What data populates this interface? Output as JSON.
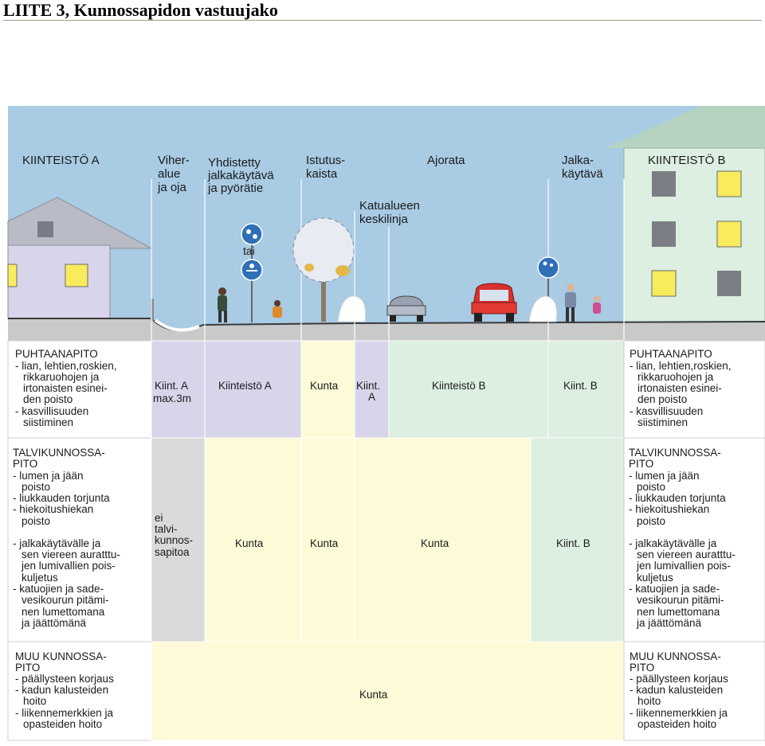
{
  "title": "LIITE 3, Kunnossapidon vastuujako",
  "colors": {
    "sky": "#a9cbe4",
    "lavender": "#d8d5ea",
    "pale_yellow": "#fdfbd7",
    "pale_green": "#dcefe1",
    "grey": "#dadada",
    "white": "#ffffff"
  },
  "scene": {
    "labels": {
      "kiinteisto_a": "KIINTEISTÖ A",
      "viheralue": [
        "Viher-",
        "alue",
        "ja oja"
      ],
      "yhdistetty": [
        "Yhdistetty",
        "jalkakäytävä",
        "ja pyörätie"
      ],
      "istutuskaista": [
        "Istutus-",
        "kaista"
      ],
      "ajorata": "Ajorata",
      "keskilinja": [
        "Katualueen",
        "keskilinja"
      ],
      "jalkakaytava": [
        "Jalka-",
        "käytävä"
      ],
      "kiinteisto_b": "KIINTEISTÖ B",
      "tai": "tai"
    }
  },
  "rows": {
    "puhtaanapito": {
      "desc": [
        "PUHTAANAPITO",
        "- lian, lehtien,roskien,",
        "rikkaruohojen ja",
        "irtonaisten esinei-",
        "den poisto",
        "- kasvillisuuden",
        "siistiminen"
      ],
      "cells": {
        "viher": [
          "Kiint. A",
          "max.3m"
        ],
        "yhdistetty": "Kiinteistö A",
        "istutus": "Kunta",
        "kapea": [
          "Kiint.",
          "A"
        ],
        "ajorata": "Kiinteistö B",
        "jalka": "Kiint. B"
      }
    },
    "talvi": {
      "desc": [
        "TALVIKUNNOSSA-",
        "PITO",
        "- lumen ja jään",
        "poisto",
        "- liukkauden torjunta",
        "- hiekoitushiekan",
        "poisto",
        "",
        "- jalkakäytävälle ja",
        "sen viereen auratttu-",
        "jen lumivallien pois-",
        "kuljetus",
        "- katuojien ja sade-",
        "vesikourun pitämi-",
        "nen lumettomana",
        "ja jäättömänä"
      ],
      "cells": {
        "viher": [
          "ei",
          "talvi-",
          "kunnos-",
          "sapitoa"
        ],
        "yhdistetty": "Kunta",
        "istutus": "Kunta",
        "ajorata": "Kunta",
        "jalka": "Kiint. B"
      }
    },
    "muu": {
      "desc": [
        "MUU KUNNOSSA-",
        "PITO",
        "- päällysteen korjaus",
        "- kadun kalusteiden",
        "hoito",
        "- liikennemerkkien ja",
        "opasteiden hoito"
      ],
      "cells": {
        "koko": "Kunta"
      }
    }
  }
}
